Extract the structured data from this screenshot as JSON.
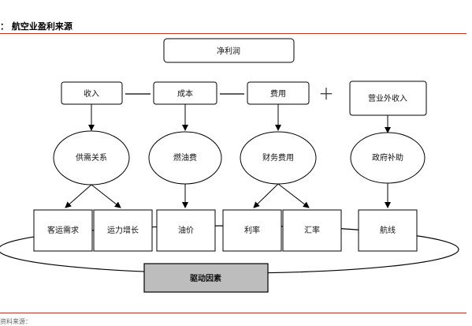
{
  "title": "：  航空业盈利来源",
  "footer": "资料来源：",
  "nodes": {
    "net_profit": "净利润",
    "revenue": "收入",
    "cost": "成本",
    "expense": "费用",
    "plus": "＋",
    "non_op_income": "营业外收入",
    "supply_demand": "供需关系",
    "fuel_cost": "燃油费",
    "finance_cost": "财务费用",
    "gov_subsidy": "政府补助",
    "passenger_demand": "客运需求",
    "capacity_growth": "运力增长",
    "oil_price": "油价",
    "interest_rate": "利率",
    "exchange_rate": "汇率",
    "routes": "航线",
    "drivers": "驱动因素"
  }
}
